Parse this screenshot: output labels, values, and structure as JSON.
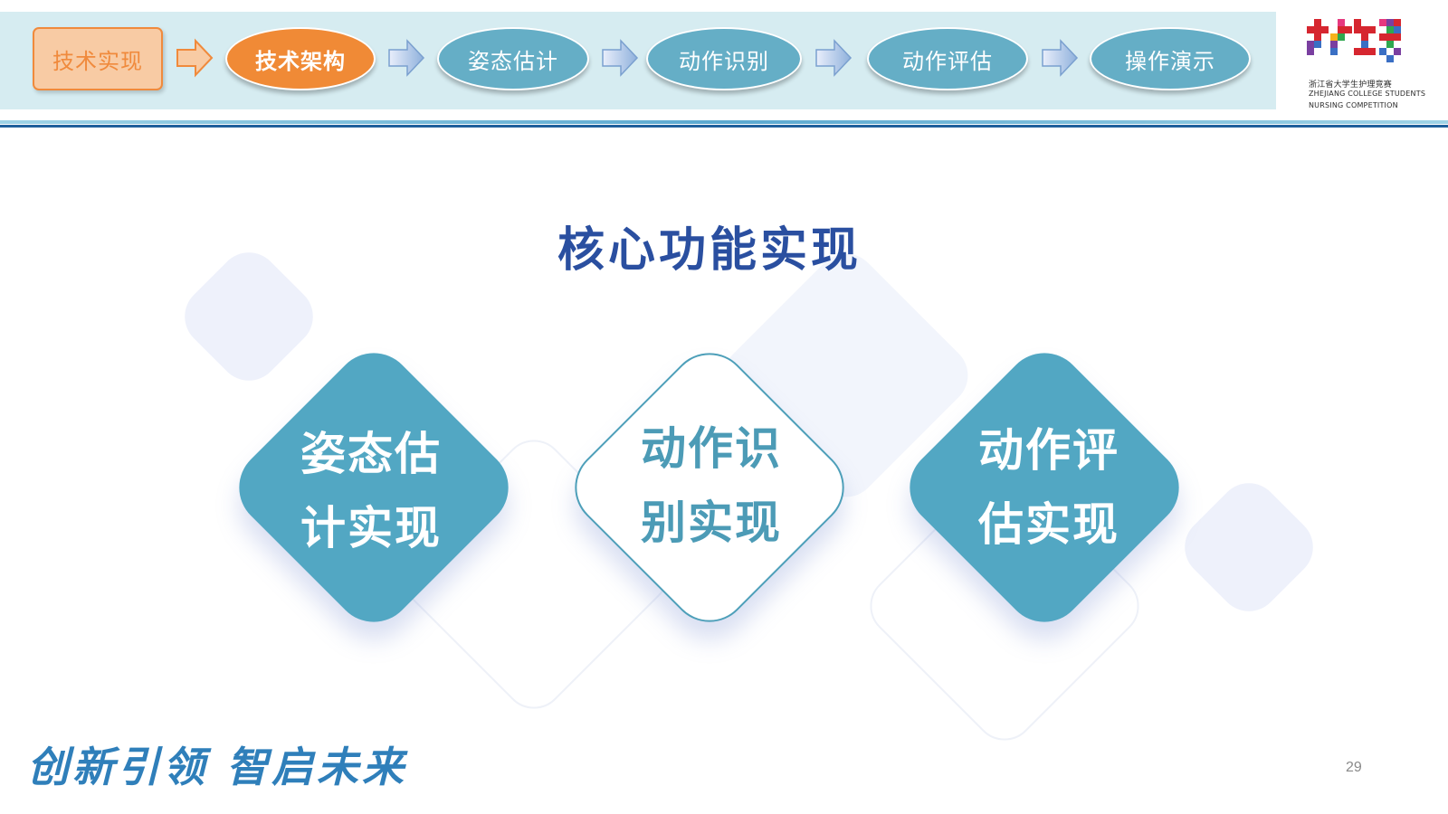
{
  "nav": {
    "steps": [
      {
        "label": "技术实现",
        "state": "section"
      },
      {
        "label": "技术架构",
        "state": "active"
      },
      {
        "label": "姿态估计",
        "state": "normal"
      },
      {
        "label": "动作识别",
        "state": "normal"
      },
      {
        "label": "动作评估",
        "state": "normal"
      },
      {
        "label": "操作演示",
        "state": "normal"
      }
    ]
  },
  "logo": {
    "line1": "浙江省大学生护理竞赛",
    "line2": "ZHEJIANG COLLEGE STUDENTS",
    "line3": "NURSING COMPETITION"
  },
  "slide": {
    "title": "核心功能实现",
    "cards": [
      {
        "line1": "姿态估",
        "line2": "计实现",
        "style": "filled"
      },
      {
        "line1": "动作识",
        "line2": "别实现",
        "style": "outline"
      },
      {
        "line1": "动作评",
        "line2": "估实现",
        "style": "filled"
      }
    ]
  },
  "footer": {
    "slogan": "创新引领  智启未来",
    "page_number": "29"
  },
  "colors": {
    "accent_orange": "#f08a36",
    "teal": "#52a7c3",
    "title_blue": "#2a4fa0",
    "nav_band": "#d6ecf1"
  }
}
